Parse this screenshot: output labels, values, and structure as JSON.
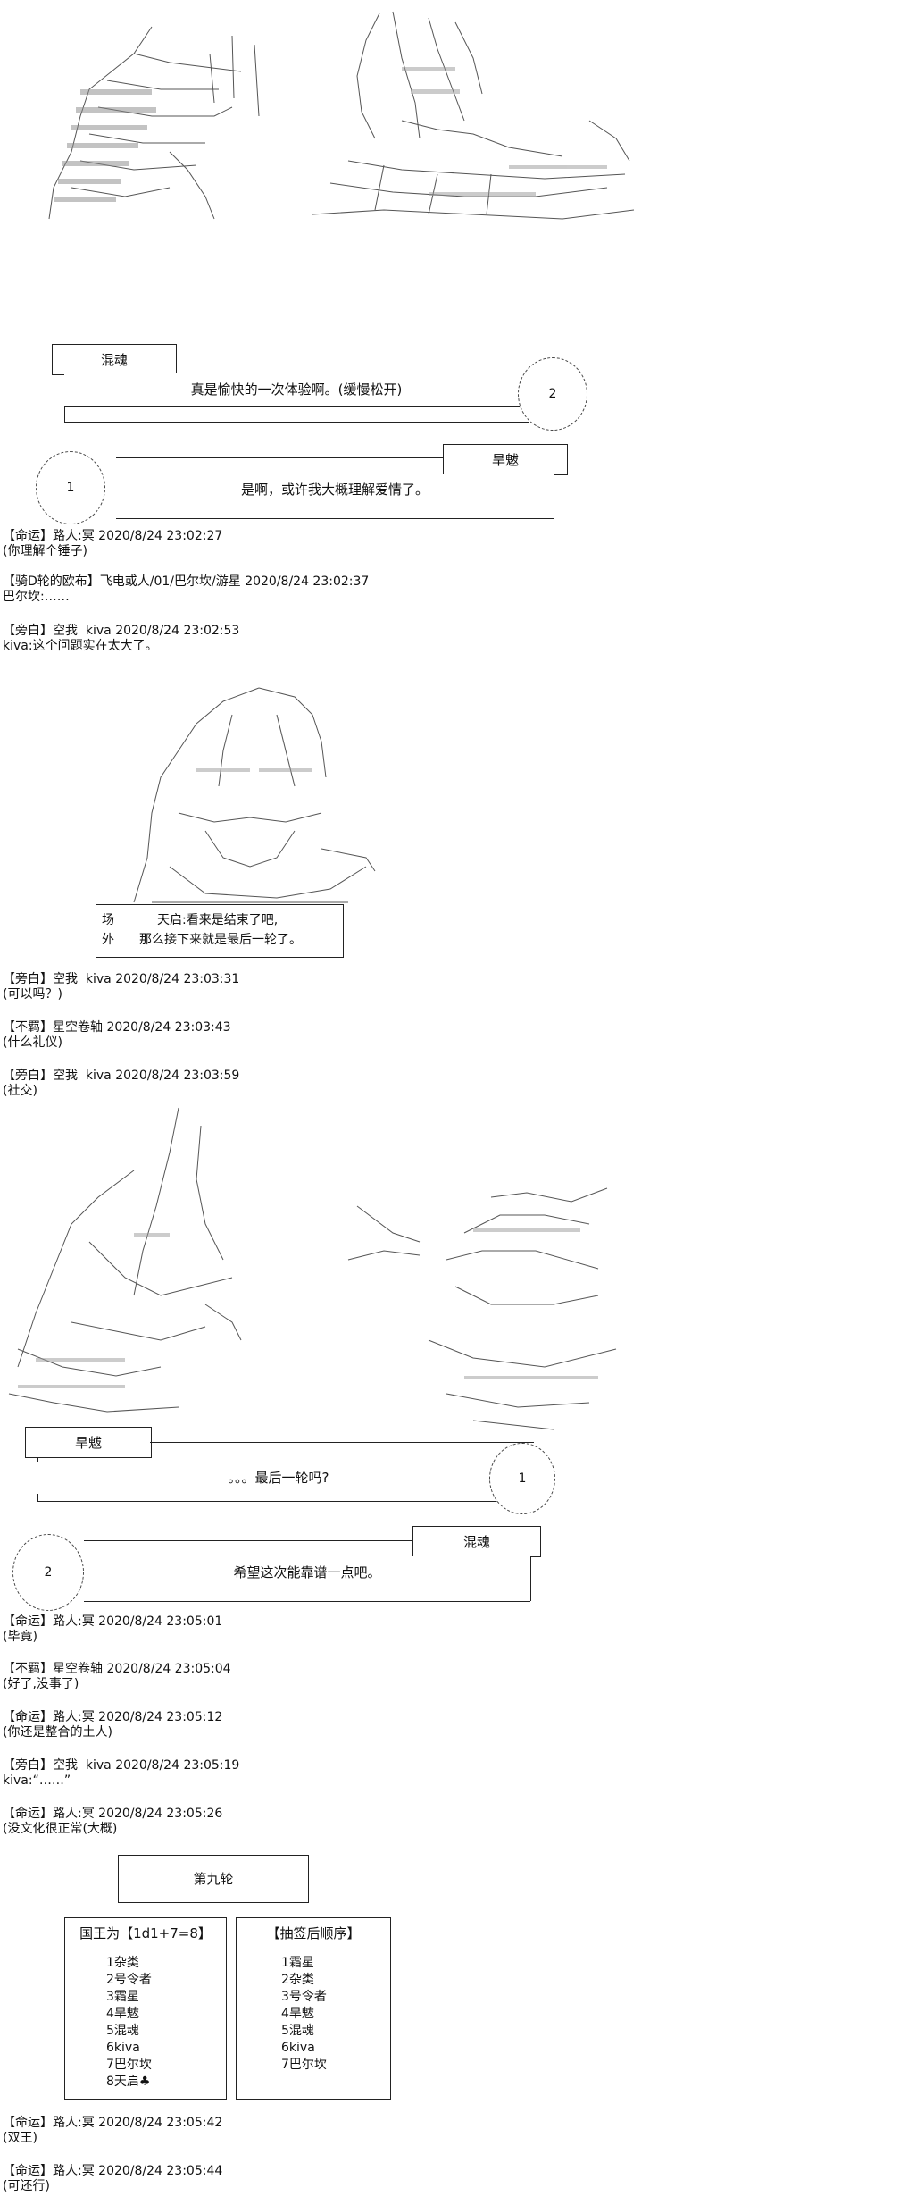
{
  "scene1": {
    "tag_left": "混魂",
    "tag_right": "旱魃",
    "line1": "真是愉快的一次体验啊。(缓慢松开)",
    "bubble_right": "2",
    "bubble_left": "1",
    "line2": "是啊，或许我大概理解爱情了。"
  },
  "comments_a": [
    {
      "meta": "【命运】路人:冥 2020/8/24 23:02:27",
      "text": "(你理解个锤子)"
    },
    {
      "meta": "【骑D轮的欧布】飞电或人/01/巴尔坎/游星 2020/8/24 23:02:37",
      "text": "巴尔坎:……"
    },
    {
      "meta": "【旁白】空我  kiva 2020/8/24 23:02:53",
      "text": "kiva:这个问题实在太大了。"
    }
  ],
  "scene2": {
    "side1": "场",
    "side2": "外",
    "row1": "天启:看来是结束了吧,",
    "row2": "那么接下来就是最后一轮了。"
  },
  "comments_b": [
    {
      "meta": "【旁白】空我  kiva 2020/8/24 23:03:31",
      "text": "(可以吗？)"
    },
    {
      "meta": "【不羁】星空卷轴 2020/8/24 23:03:43",
      "text": "(什么礼仪)"
    },
    {
      "meta": "【旁白】空我  kiva 2020/8/24 23:03:59",
      "text": "(社交)"
    }
  ],
  "scene3": {
    "tag_left": "旱魃",
    "tag_right": "混魂",
    "line1": "。。。最后一轮吗?",
    "bubble_right": "1",
    "bubble_left": "2",
    "line2": "希望这次能靠谱一点吧。"
  },
  "comments_c": [
    {
      "meta": "【命运】路人:冥 2020/8/24 23:05:01",
      "text": "(毕竟)"
    },
    {
      "meta": "【不羁】星空卷轴 2020/8/24 23:05:04",
      "text": "(好了,没事了)"
    },
    {
      "meta": "【命运】路人:冥 2020/8/24 23:05:12",
      "text": "(你还是整合的土人)"
    },
    {
      "meta": "【旁白】空我  kiva 2020/8/24 23:05:19",
      "text": "kiva:“……”"
    },
    {
      "meta": "【命运】路人:冥 2020/8/24 23:05:26",
      "text": "(没文化很正常(大概)"
    }
  ],
  "round_title": "第九轮",
  "king_box": {
    "title": "国王为【1d1+7=8】",
    "items": [
      "1杂类",
      "2号令者",
      "3霜星",
      "4旱魃",
      "5混魂",
      "6kiva",
      "7巴尔坎",
      "8天启♣"
    ]
  },
  "draw_box": {
    "title": "【抽签后顺序】",
    "items": [
      "1霜星",
      "2杂类",
      "3号令者",
      "4旱魃",
      "5混魂",
      "6kiva",
      "7巴尔坎"
    ]
  },
  "comments_d": [
    {
      "meta": "【命运】路人:冥 2020/8/24 23:05:42",
      "text": "(双王)"
    },
    {
      "meta": "【命运】路人:冥 2020/8/24 23:05:44",
      "text": "(可还行)"
    }
  ]
}
